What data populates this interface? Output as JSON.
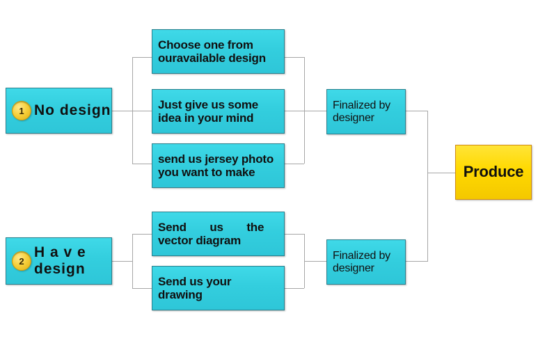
{
  "diagram": {
    "title": "Jersey design ordering process flowchart",
    "colors": {
      "node_fill": "#33cede",
      "node_border": "#2a7f8c",
      "badge_fill": "#f5cf3a",
      "produce_fill": "#ffd900",
      "produce_border": "#d08a14",
      "connector": "#a6a6a6",
      "background": "#ffffff"
    },
    "watermarks": [
      "",
      "",
      "",
      "",
      "",
      "",
      "",
      ""
    ],
    "branches": [
      {
        "badge": "1",
        "label": "No design",
        "options": [
          {
            "line1": "Choose one from",
            "line2": "ouravailable design"
          },
          {
            "line1": "Just give us some",
            "line2": "idea in your mind"
          },
          {
            "line1": "send us jersey photo",
            "line2": "you want to make"
          }
        ],
        "finalized": {
          "line1": "Finalized by",
          "line2": "designer"
        }
      },
      {
        "badge": "2",
        "label_line1": "H a v e",
        "label_line2": "design",
        "options": [
          {
            "line1": "Send",
            "line1b": "us",
            "line1c": "the",
            "line2": "vector diagram"
          },
          {
            "line1": "Send us your",
            "line2": "drawing"
          }
        ],
        "finalized": {
          "line1": "Finalized by",
          "line2": "designer"
        }
      }
    ],
    "output": {
      "label": "Produce"
    }
  }
}
